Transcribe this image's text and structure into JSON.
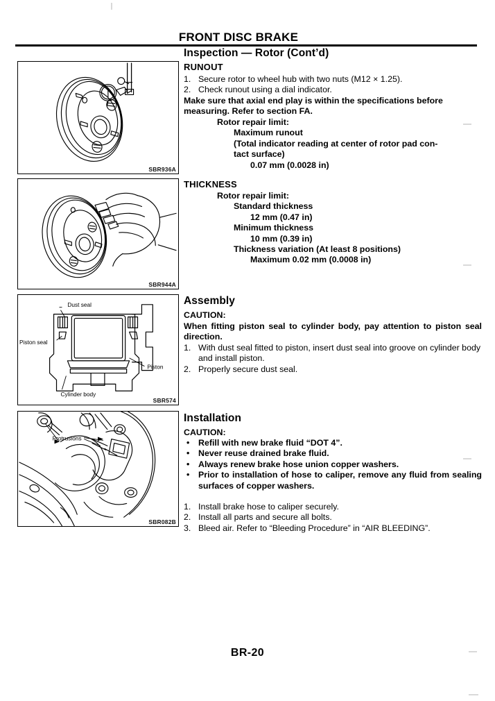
{
  "header": {
    "title": "FRONT DISC BRAKE"
  },
  "sections": {
    "inspection": {
      "heading": "Inspection — Rotor (Cont’d)",
      "runout": {
        "heading": "RUNOUT",
        "steps": [
          {
            "num": "1.",
            "text": "Secure rotor to wheel hub with two nuts (M12 × 1.25)."
          },
          {
            "num": "2.",
            "text": "Check runout using a dial indicator."
          }
        ],
        "note": "Make sure that axial end play is within the specifications before measuring. Refer to section FA.",
        "spec_lines": [
          {
            "indent": 1,
            "text": "Rotor repair limit:"
          },
          {
            "indent": 2,
            "text": "Maximum runout"
          },
          {
            "indent": 2,
            "text": "(Total indicator reading at center of rotor pad con-"
          },
          {
            "indent": 2,
            "text": "tact surface)"
          },
          {
            "indent": 3,
            "text": "0.07 mm (0.0028 in)"
          }
        ]
      },
      "thickness": {
        "heading": "THICKNESS",
        "spec_lines": [
          {
            "indent": 1,
            "text": "Rotor repair limit:"
          },
          {
            "indent": 2,
            "text": "Standard thickness"
          },
          {
            "indent": 3,
            "text": "12 mm (0.47 in)"
          },
          {
            "indent": 2,
            "text": "Minimum thickness"
          },
          {
            "indent": 3,
            "text": "10 mm (0.39 in)"
          },
          {
            "indent": 2,
            "text": "Thickness variation (At least 8 positions)"
          },
          {
            "indent": 3,
            "text": "Maximum 0.02 mm (0.0008 in)"
          }
        ]
      }
    },
    "assembly": {
      "heading": "Assembly",
      "caution_label": "CAUTION:",
      "caution_text": "When fitting piston seal to cylinder body, pay attention to piston seal direction.",
      "steps": [
        {
          "num": "1.",
          "text": "With dust seal fitted to piston, insert dust seal into groove on cylinder body and install piston."
        },
        {
          "num": "2.",
          "text": "Properly secure dust seal."
        }
      ]
    },
    "installation": {
      "heading": "Installation",
      "caution_label": "CAUTION:",
      "bullets": [
        "Refill with new brake fluid “DOT 4”.",
        "Never reuse drained brake fluid.",
        "Always renew brake hose union copper washers.",
        "Prior to installation of hose to caliper, remove any fluid from sealing surfaces of copper washers."
      ],
      "steps": [
        {
          "num": "1.",
          "text": "Install brake hose to caliper securely."
        },
        {
          "num": "2.",
          "text": "Install all parts and secure all bolts."
        },
        {
          "num": "3.",
          "text": "Bleed air. Refer to “Bleeding Procedure” in “AIR BLEEDING”."
        }
      ]
    }
  },
  "figures": [
    {
      "code": "SBR936A",
      "caption_name": "rotor-runout-dial-indicator",
      "labels": []
    },
    {
      "code": "SBR944A",
      "caption_name": "rotor-thickness-micrometer",
      "labels": []
    },
    {
      "code": "SBR574",
      "caption_name": "caliper-cross-section",
      "labels": [
        {
          "key": "dust_seal",
          "text": "Dust seal"
        },
        {
          "key": "piston_seal",
          "text": "Piston seal"
        },
        {
          "key": "piston",
          "text": "Piston"
        },
        {
          "key": "cylinder_body",
          "text": "Cylinder body"
        }
      ]
    },
    {
      "code": "SBR082B",
      "caption_name": "caliper-installation-protrusions",
      "labels": [
        {
          "key": "protrusions",
          "text": "Protrusions"
        }
      ]
    }
  ],
  "footer": {
    "page_number": "BR-20"
  },
  "colors": {
    "ink": "#000000",
    "paper": "#ffffff"
  }
}
